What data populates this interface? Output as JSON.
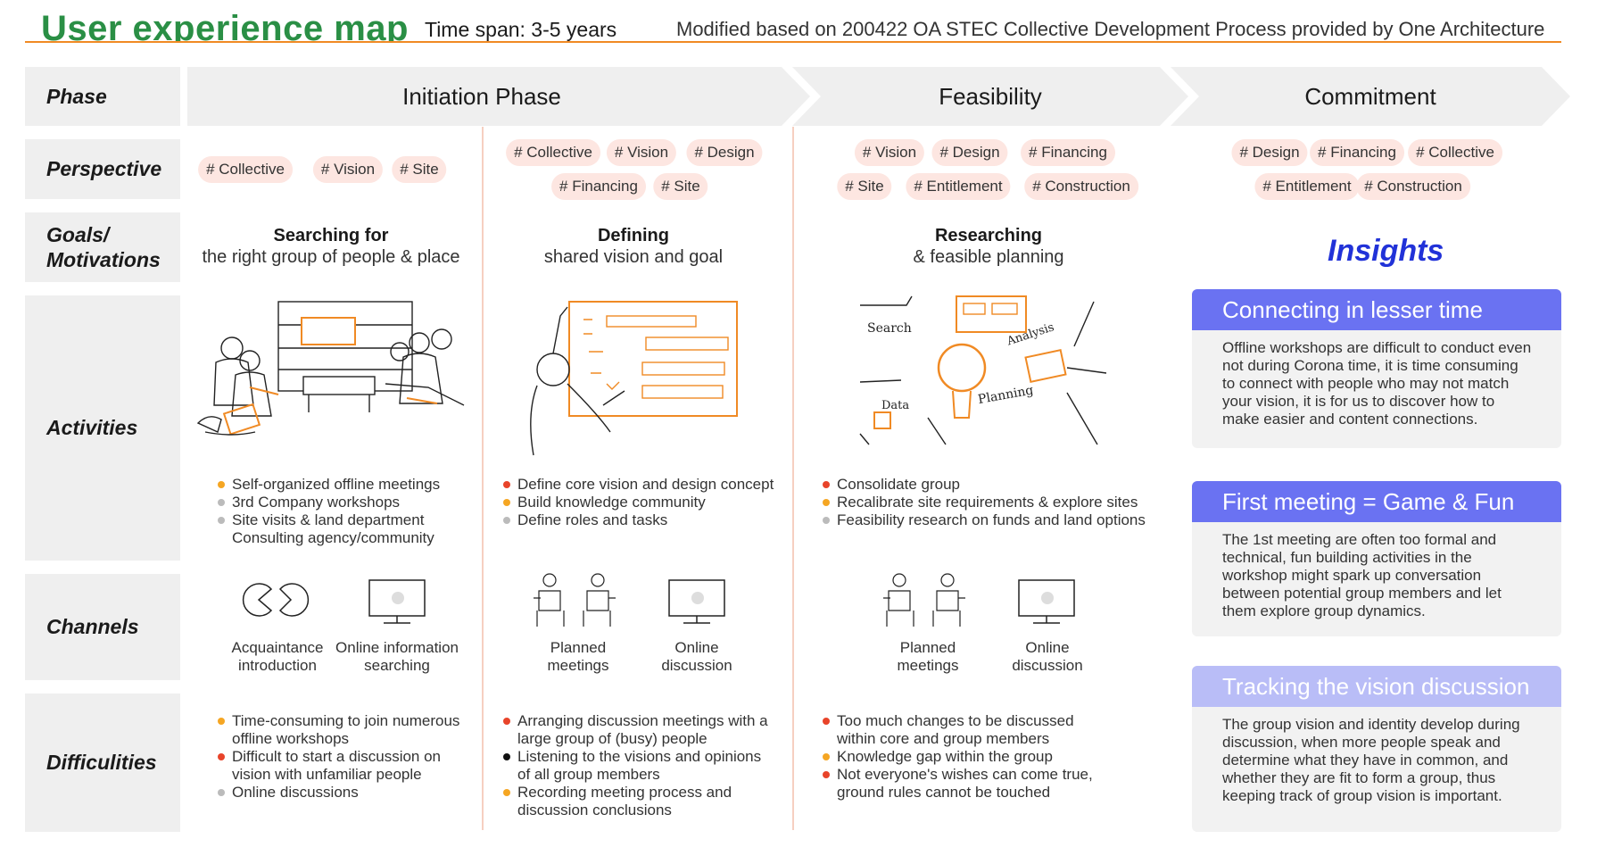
{
  "header": {
    "title": "User experience map",
    "time_span": "Time span: 3-5 years",
    "source": "Modified based on 200422 OA STEC Collective Development Process provided by One Architecture"
  },
  "row_labels": {
    "phase": "Phase",
    "perspective": "Perspective",
    "goals": "Goals/\nMotivations",
    "activities": "Activities",
    "channels": "Channels",
    "difficulties": "Difficulities"
  },
  "phases": [
    "Initiation Phase",
    "Feasibility",
    "Commitment"
  ],
  "perspectives": {
    "col1": [
      "# Collective",
      "# Vision",
      "# Site"
    ],
    "col2": [
      "# Collective",
      "# Vision",
      "# Design",
      "# Financing",
      "# Site"
    ],
    "col3": [
      "# Vision",
      "# Design",
      "# Financing",
      "# Site",
      "# Entitlement",
      "# Construction"
    ],
    "col4": [
      "# Design",
      "# Financing",
      "# Collective",
      "# Entitlement",
      "# Construction"
    ]
  },
  "goals": [
    {
      "title": "Searching for",
      "sub": "the right group of people & place"
    },
    {
      "title": "Defining",
      "sub": "shared vision and goal"
    },
    {
      "title": "Researching",
      "sub": "& feasible planning"
    }
  ],
  "sketch_labels": {
    "search": "Search",
    "analysis": "Analysis",
    "planning": "Planning",
    "data": "Data"
  },
  "activities": {
    "col1": [
      {
        "text": "Self-organized offline meetings",
        "color": "#f5a623"
      },
      {
        "text": "3rd Company workshops",
        "color": "#bbbbbb"
      },
      {
        "text": "Site visits & land department",
        "color": "#bbbbbb"
      },
      {
        "text": "Consulting agency/community",
        "color": ""
      }
    ],
    "col2": [
      {
        "text": "Define core vision and design concept",
        "color": "#e8442a"
      },
      {
        "text": "Build knowledge community",
        "color": "#f5a623"
      },
      {
        "text": "Define roles and tasks",
        "color": "#bbbbbb"
      }
    ],
    "col3": [
      {
        "text": "Consolidate group",
        "color": "#e8442a"
      },
      {
        "text": "Recalibrate site requirements & explore sites",
        "color": "#f5a623"
      },
      {
        "text": "Feasibility research on funds and land options",
        "color": "#bbbbbb"
      }
    ]
  },
  "channels": {
    "col1": [
      "Acquaintance\nintroduction",
      "Online information\nsearching"
    ],
    "col2": [
      "Planned\nmeetings",
      "Online\ndiscussion"
    ],
    "col3": [
      "Planned\nmeetings",
      "Online\ndiscussion"
    ]
  },
  "difficulties": {
    "col1": [
      {
        "text": "Time-consuming to join numerous offline workshops",
        "color": "#f5a623"
      },
      {
        "text": "Difficult to start a discussion on vision with unfamiliar people",
        "color": "#e8442a"
      },
      {
        "text": "Online discussions",
        "color": "#bbbbbb"
      }
    ],
    "col2": [
      {
        "text": "Arranging discussion meetings with a large group of (busy) people",
        "color": "#e8442a"
      },
      {
        "text": "Listening to the visions and opinions of all group members",
        "color": "#111111"
      },
      {
        "text": "Recording meeting process and discussion conclusions",
        "color": "#f5a623"
      }
    ],
    "col3": [
      {
        "text": "Too much changes to be discussed within core and group members",
        "color": "#e8442a"
      },
      {
        "text": "Knowledge gap within the group",
        "color": "#f5a623"
      },
      {
        "text": "Not everyone's wishes can come true, ground rules cannot be touched",
        "color": "#e8442a"
      }
    ]
  },
  "insights": {
    "title": "Insights",
    "cards": [
      {
        "title": "Connecting in lesser time",
        "color": "#6a72f2",
        "body": "Offline workshops are difficult to conduct even not during Corona time, it is time consuming to connect with people who may not match your vision, it is for us to discover how to make easier and content connections."
      },
      {
        "title": "First meeting = Game & Fun",
        "color": "#6a72f2",
        "body": "The 1st meeting are often too formal and technical, fun building activities in the workshop might spark up conversation between potential group members and let them explore group dynamics."
      },
      {
        "title": "Tracking the vision discussion",
        "color": "#b9bdf7",
        "body": "The group vision and identity develop during discussion, when more people speak and determine what they have in common, and whether they are fit to form a group, thus keeping track of group vision is important."
      }
    ]
  }
}
